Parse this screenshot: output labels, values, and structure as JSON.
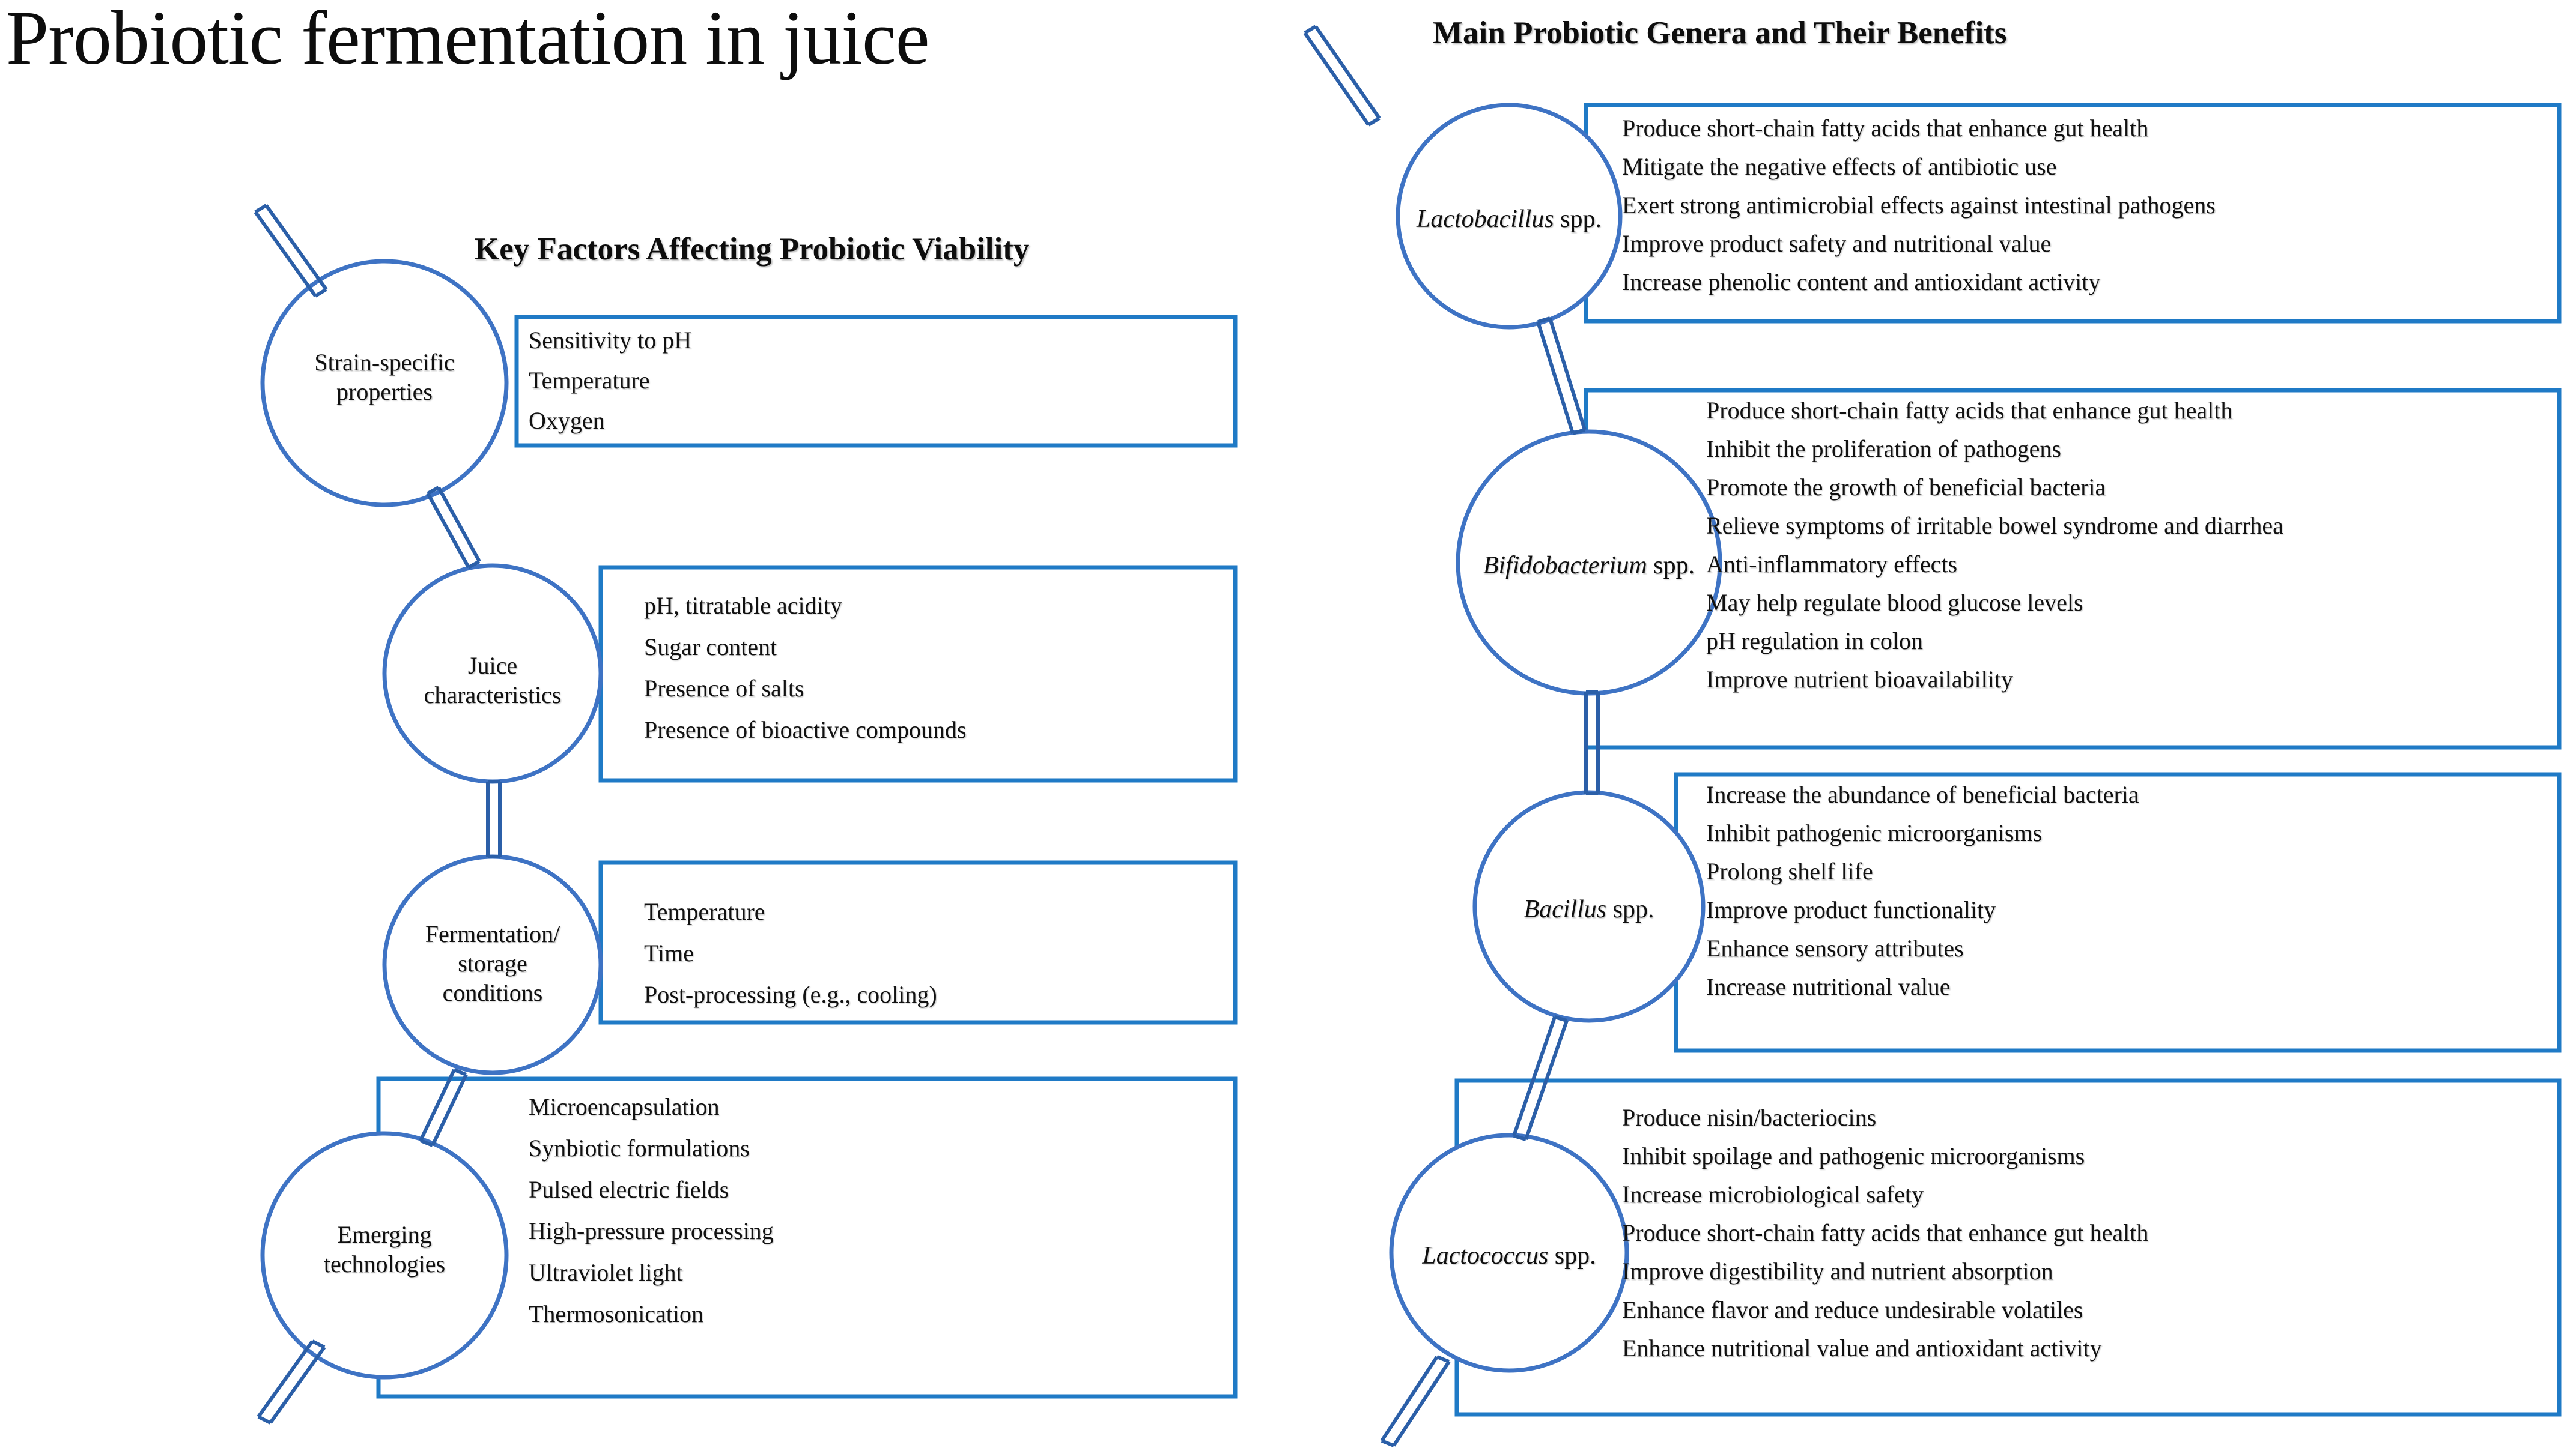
{
  "figure": {
    "main_title": "Probiotic fermentation in juice",
    "accent_color": "#1F7AC6",
    "node_stroke_color": "#3E73C4",
    "text_color": "#101010"
  },
  "left_panel": {
    "title": "Key Factors Affecting Probiotic Viability",
    "nodes": [
      {
        "label": "Strain-specific\nproperties",
        "items": [
          "Sensitivity to pH",
          "Temperature",
          "Oxygen"
        ]
      },
      {
        "label": "Juice\ncharacteristics",
        "items": [
          "pH, titratable acidity",
          "Sugar content",
          "Presence of salts",
          "Presence of bioactive compounds"
        ]
      },
      {
        "label": "Fermentation/\nstorage\nconditions",
        "items": [
          "Temperature",
          "Time",
          "Post-processing (e.g., cooling)"
        ]
      },
      {
        "label": "Emerging\ntechnologies",
        "items": [
          "Microencapsulation",
          "Synbiotic formulations",
          "Pulsed electric fields",
          "High-pressure processing",
          "Ultraviolet light",
          "Thermosonication"
        ]
      }
    ]
  },
  "right_panel": {
    "title": "Main Probiotic Genera and Their Benefits",
    "nodes": [
      {
        "genus": "Lactobacillus",
        "suffix": " spp.",
        "items": [
          "Produce short-chain fatty acids that enhance gut health",
          "Mitigate the negative effects of antibiotic use",
          "Exert strong antimicrobial effects against intestinal pathogens",
          "Improve product safety and nutritional value",
          "Increase phenolic content and antioxidant activity"
        ]
      },
      {
        "genus": "Bifidobacterium",
        "suffix": " spp.",
        "items": [
          "Produce short-chain fatty acids that enhance gut health",
          "Inhibit the proliferation of pathogens",
          "Promote the growth of beneficial bacteria",
          "Relieve symptoms of irritable bowel syndrome and diarrhea",
          "Anti-inflammatory effects",
          "May help regulate blood glucose levels",
          "pH regulation in colon",
          "Improve nutrient bioavailability"
        ]
      },
      {
        "genus": "Bacillus",
        "suffix": " spp.",
        "items": [
          "Increase the abundance of beneficial bacteria",
          "Inhibit pathogenic microorganisms",
          "Prolong shelf life",
          "Improve product functionality",
          "Enhance sensory attributes",
          "Increase nutritional value"
        ]
      },
      {
        "genus": "Lactococcus",
        "suffix": " spp.",
        "items": [
          "Produce nisin/bacteriocins",
          "Inhibit spoilage and pathogenic microorganisms",
          "Increase microbiological safety",
          "Produce short-chain fatty acids that enhance gut health",
          "Improve digestibility and nutrient absorption",
          "Enhance flavor and reduce undesirable volatiles",
          "Enhance nutritional value and antioxidant activity"
        ]
      }
    ]
  }
}
